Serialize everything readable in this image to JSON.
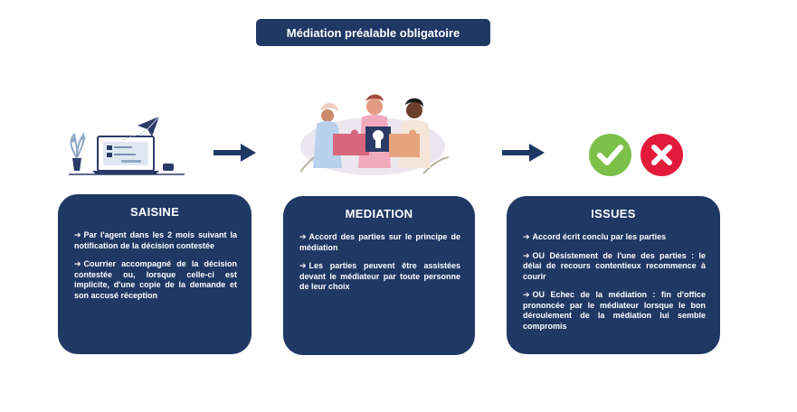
{
  "title": "Médiation préalable obligatoire",
  "arrow_glyph": "➔",
  "colors": {
    "navy": "#1f3864",
    "check_green": "#7cc04a",
    "cross_red": "#e31b3b"
  },
  "icons": {
    "left": "laptop-mail-icon",
    "center": "puzzle-people-icon",
    "right_ok": "check-icon",
    "right_ko": "cross-icon"
  },
  "cards": [
    {
      "title": "SAISINE",
      "items": [
        "Par l'agent dans les 2 mois suivant la notification de la décision contestée",
        "Courrier accompagné de la décision contestée ou, lorsque celle-ci est implicite, d'une copie de la demande et son accusé réception"
      ]
    },
    {
      "title": "MEDIATION",
      "items": [
        "Accord des parties sur le principe de médiation",
        "Les parties peuvent être assistées devant le médiateur par toute personne de leur choix"
      ]
    },
    {
      "title": "ISSUES",
      "items": [
        "Accord écrit conclu par les parties",
        "OU Désistement de l'une des parties : le délai de recours contentieux recommence à courir",
        "OU Echec de la médiation : fin d'office prononcée par le médiateur lorsque le bon déroulement de la médiation lui semble compromis"
      ]
    }
  ]
}
